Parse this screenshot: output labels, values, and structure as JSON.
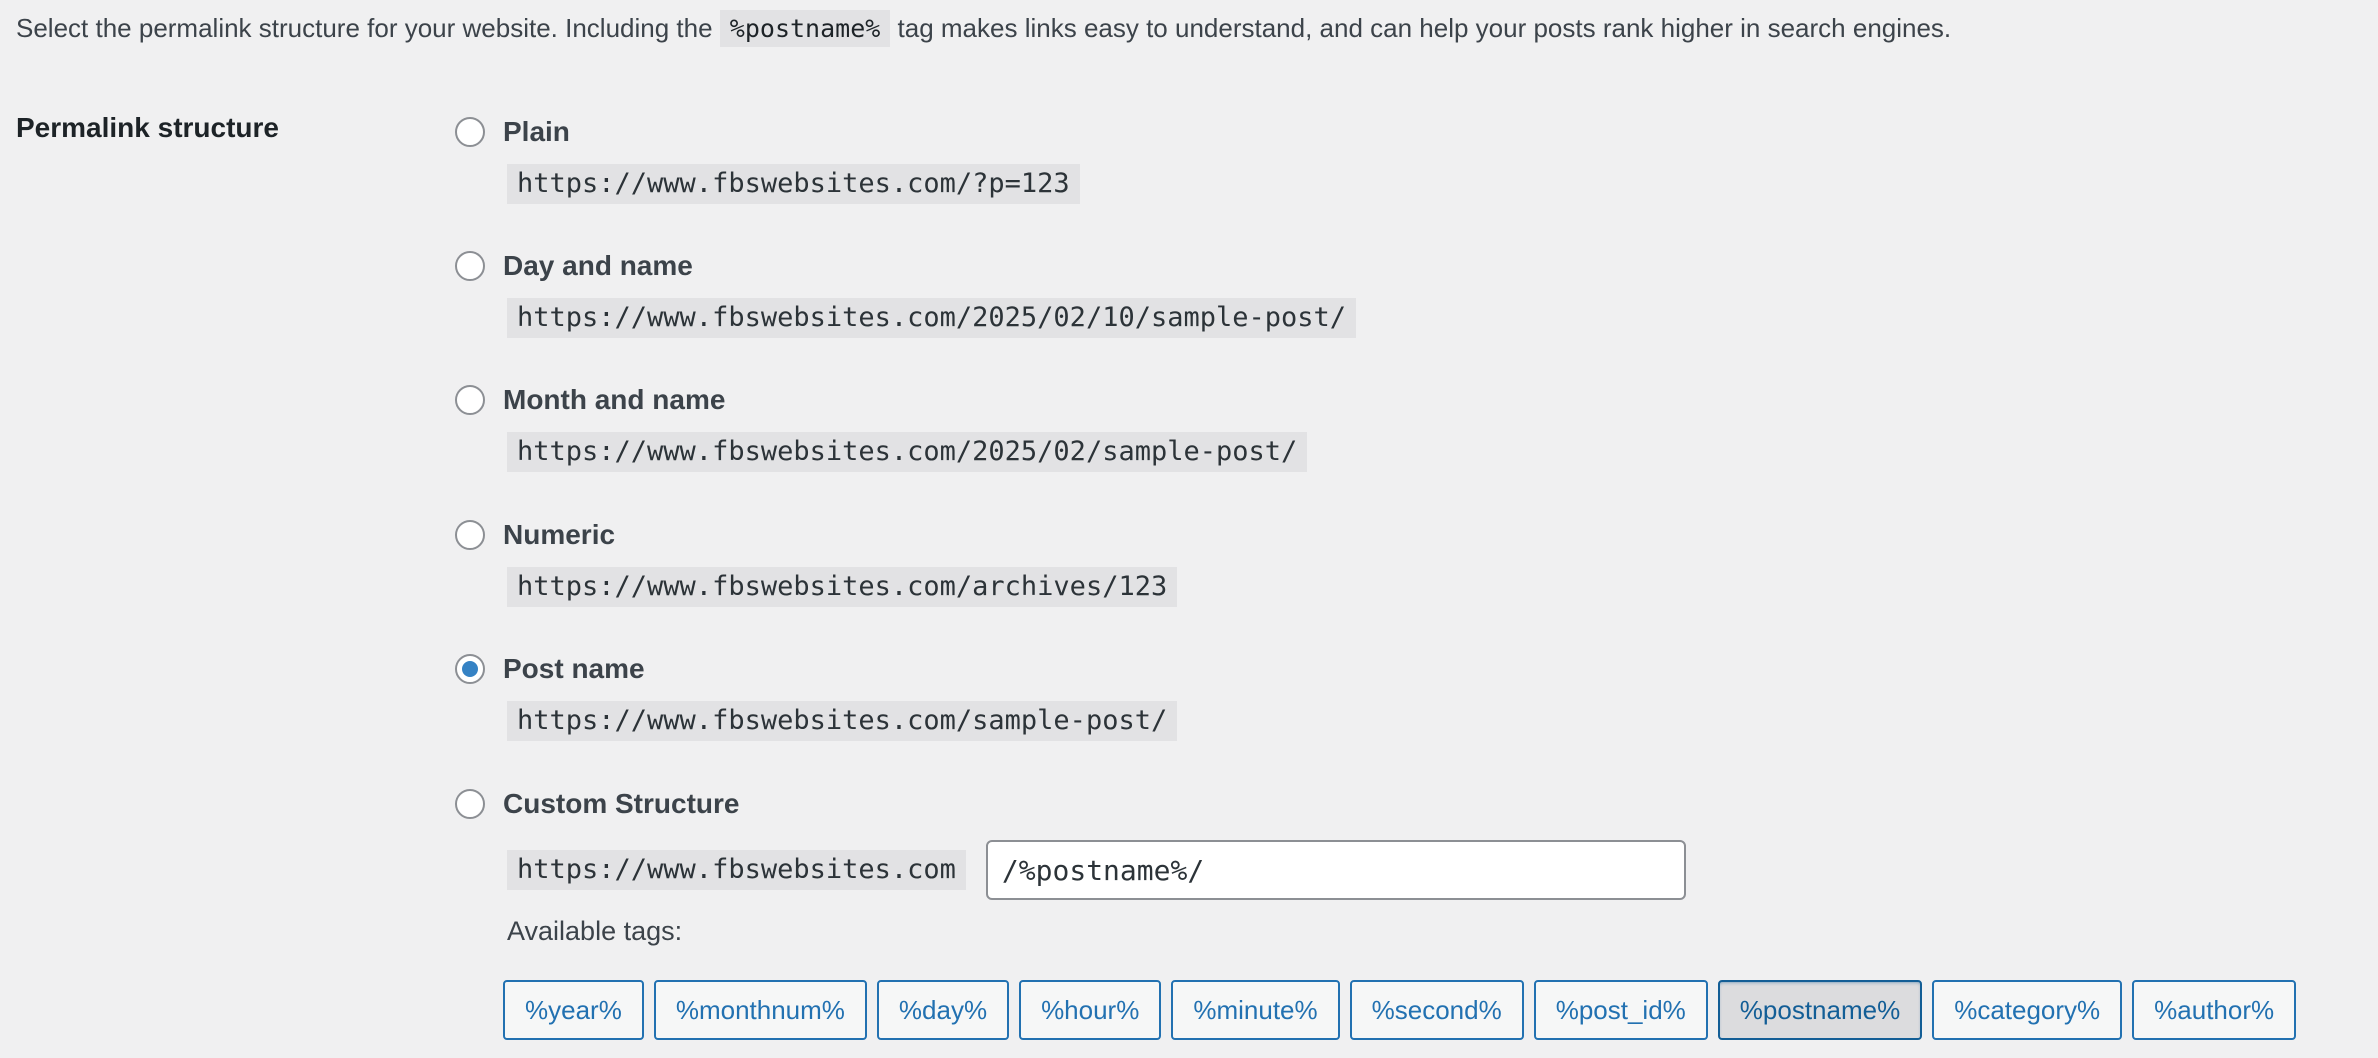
{
  "intro": {
    "before": "Select the permalink structure for your website. Including the ",
    "tag": "%postname%",
    "after": " tag makes links easy to understand, and can help your posts rank higher in search engines."
  },
  "section_label": "Permalink structure",
  "options": [
    {
      "label": "Plain",
      "example": "https://www.fbswebsites.com/?p=123",
      "checked": false
    },
    {
      "label": "Day and name",
      "example": "https://www.fbswebsites.com/2025/02/10/sample-post/",
      "checked": false
    },
    {
      "label": "Month and name",
      "example": "https://www.fbswebsites.com/2025/02/sample-post/",
      "checked": false
    },
    {
      "label": "Numeric",
      "example": "https://www.fbswebsites.com/archives/123",
      "checked": false
    },
    {
      "label": "Post name",
      "example": "https://www.fbswebsites.com/sample-post/",
      "checked": true
    },
    {
      "label": "Custom Structure",
      "example": "",
      "checked": false
    }
  ],
  "custom": {
    "base_url": "https://www.fbswebsites.com",
    "value": "/%postname%/"
  },
  "available_tags_label": "Available tags:",
  "tags": [
    {
      "label": "%year%",
      "active": false
    },
    {
      "label": "%monthnum%",
      "active": false
    },
    {
      "label": "%day%",
      "active": false
    },
    {
      "label": "%hour%",
      "active": false
    },
    {
      "label": "%minute%",
      "active": false
    },
    {
      "label": "%second%",
      "active": false
    },
    {
      "label": "%post_id%",
      "active": false
    },
    {
      "label": "%postname%",
      "active": true
    },
    {
      "label": "%category%",
      "active": false
    },
    {
      "label": "%author%",
      "active": false
    }
  ],
  "colors": {
    "accent": "#2271b1",
    "radio_checked": "#3582c4",
    "background": "#f0f0f1"
  }
}
